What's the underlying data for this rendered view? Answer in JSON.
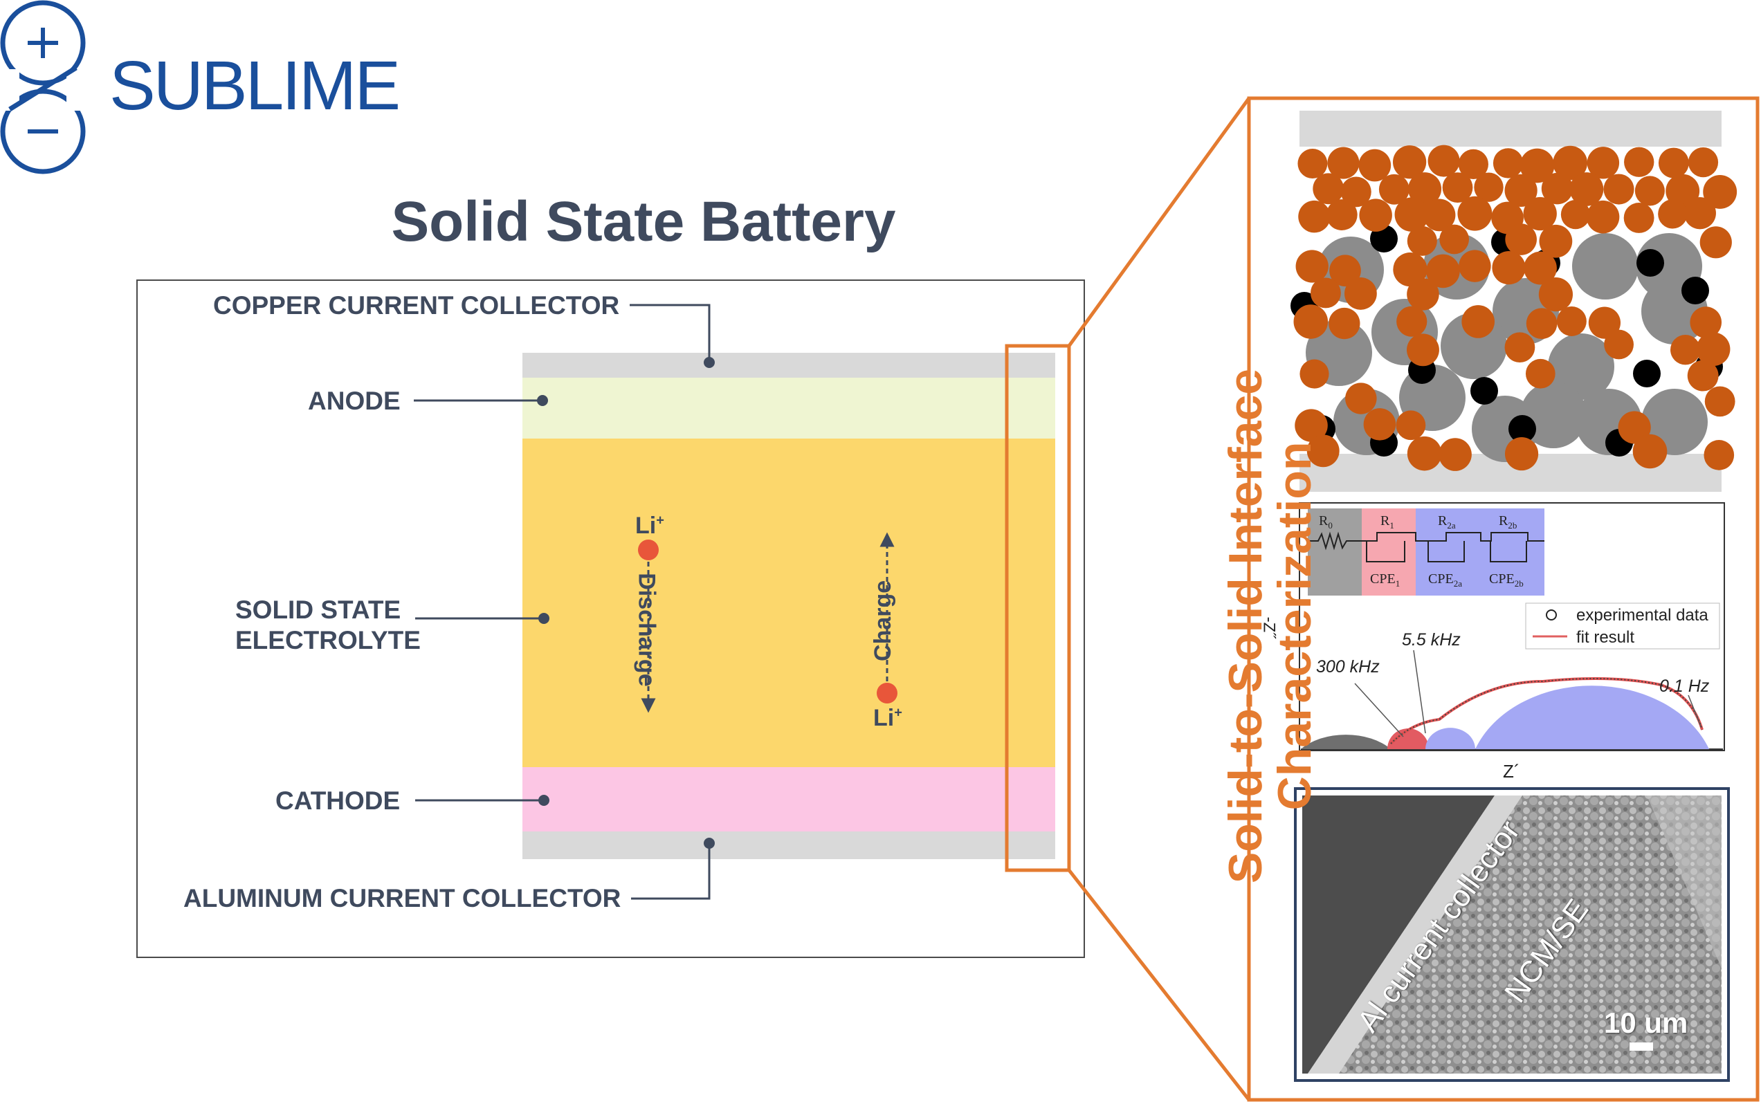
{
  "logo": {
    "text": "SUBLIME",
    "icon": "plus-minus-s-logo",
    "color": "#1a4f9c"
  },
  "title": "Solid State Battery",
  "layers": {
    "copper": "COPPER CURRENT COLLECTOR",
    "anode": "ANODE",
    "electrolyte_line1": "SOLID STATE",
    "electrolyte_line2": "ELECTROLYTE",
    "cathode": "CATHODE",
    "aluminum": "ALUMINUM CURRENT COLLECTOR"
  },
  "ions": {
    "discharge_ion": "Li",
    "discharge_sup": "+",
    "discharge_label": "Discharge",
    "charge_ion": "Li",
    "charge_sup": "+",
    "charge_label": "Charge"
  },
  "zoom": {
    "title_line1": "Solid-to-Solid Interface",
    "title_line2": "Characterization"
  },
  "eis": {
    "r0": "R",
    "r0_sub": "0",
    "r1": "R",
    "r1_sub": "1",
    "r2a": "R",
    "r2a_sub": "2a",
    "r2b": "R",
    "r2b_sub": "2b",
    "cpe1": "CPE",
    "cpe1_sub": "1",
    "cpe2a": "CPE",
    "cpe2a_sub": "2a",
    "cpe2b": "CPE",
    "cpe2b_sub": "2b",
    "legend_exp": "experimental data",
    "legend_fit": "fit result",
    "f300": "300 kHz",
    "f55": "5.5 kHz",
    "f01": "0.1 Hz",
    "y_axis": "-Z˝",
    "x_axis": "Z´"
  },
  "sem": {
    "label_collector": "Al current collector",
    "label_ncm": "NCM/SE",
    "scale": "10 um"
  },
  "colors": {
    "text": "#3f4a5e",
    "orange": "#e47b30",
    "copper": "#d9d9d9",
    "anode": "#eff5d2",
    "electrolyte": "#fcd76c",
    "cathode": "#fcc6e4",
    "ion": "#e8563a",
    "particle_orange": "#c85a12",
    "particle_gray": "#8c8c8c"
  }
}
